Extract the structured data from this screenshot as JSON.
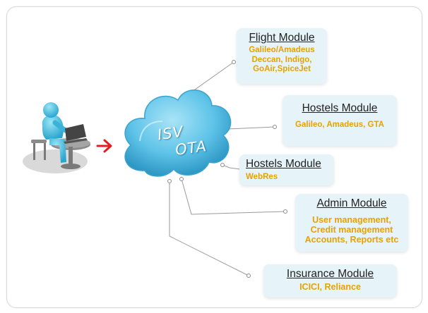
{
  "modules": {
    "flight": {
      "title": "Flight Module",
      "details": [
        "Galileo/Amadeus",
        "Deccan, Indigo,",
        "GoAir,SpiceJet"
      ]
    },
    "hostels1": {
      "title": "Hostels Module",
      "details": [
        "Galileo, Amadeus, GTA"
      ]
    },
    "hostels2": {
      "title": "Hostels Module",
      "details": [
        "WebRes"
      ]
    },
    "admin": {
      "title": "Admin Module",
      "details": [
        "User management,",
        "Credit management",
        "Accounts, Reports etc"
      ]
    },
    "insurance": {
      "title": "Insurance Module",
      "details": [
        "ICICI, Reliance"
      ]
    }
  },
  "cloud": {
    "line1": "ISV",
    "line2": "OTA"
  },
  "colors": {
    "box_bg": "#e6f3f8",
    "detail_text": "#e8a200",
    "cloud": "#5ec3e8",
    "arrow": "#e02020",
    "connector": "#9a9a9a"
  }
}
